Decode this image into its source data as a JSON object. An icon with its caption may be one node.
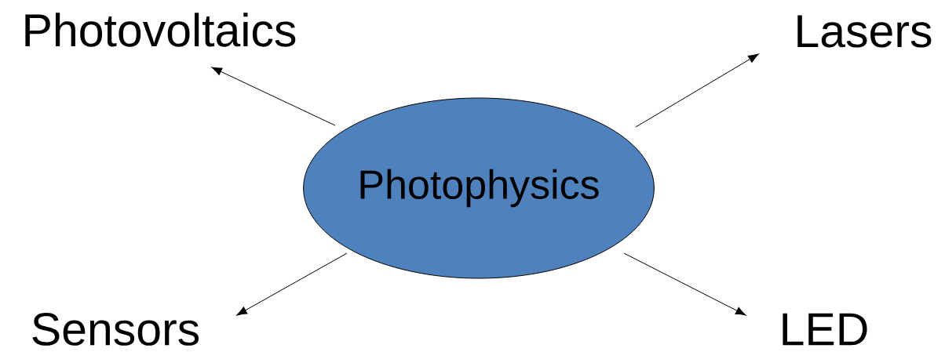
{
  "diagram": {
    "nodes": [
      {
        "text": [
          "Photophysics"
        ]
      },
      {
        "text": [
          "Photovoltaics"
        ]
      },
      {
        "text": [
          "Lasers"
        ]
      },
      {
        "text": [
          "Sensors"
        ]
      },
      {
        "text": [
          "LED"
        ]
      }
    ],
    "edges": [
      {
        "from": 0,
        "to": 1,
        "arrow": "to"
      },
      {
        "from": 0,
        "to": 2,
        "arrow": "to"
      },
      {
        "from": 0,
        "to": 3,
        "arrow": "to"
      },
      {
        "from": 0,
        "to": 4,
        "arrow": "to"
      }
    ]
  }
}
